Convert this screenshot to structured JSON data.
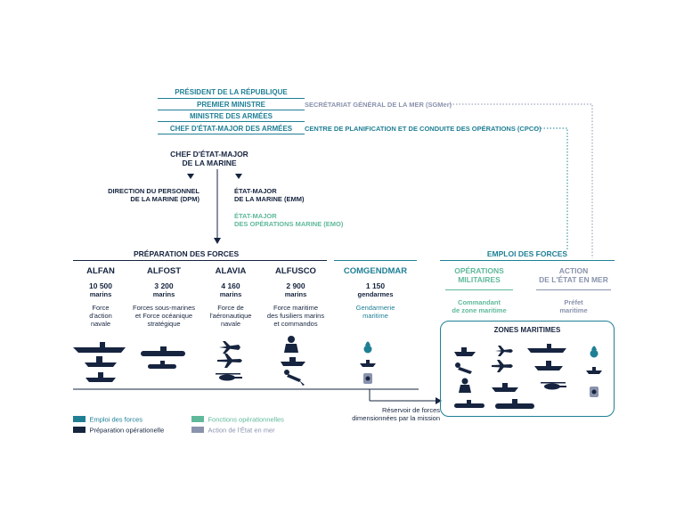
{
  "hierarchy": {
    "president": "PRÉSIDENT DE LA RÉPUBLIQUE",
    "premier_ministre": "PREMIER MINISTRE",
    "ministre": "MINISTRE DES ARMÉES",
    "cema": "CHEF D'ÉTAT-MAJOR DES ARMÉES",
    "sgmer": "SECRÉTARIAT GÉNÉRAL DE LA MER (SGMer)",
    "cpco": "CENTRE DE PLANIFICATION ET DE CONDUITE DES OPÉRATIONS (CPCO)"
  },
  "cemm": {
    "line1": "CHEF D'ÉTAT-MAJOR",
    "line2": "DE LA MARINE"
  },
  "dpm": {
    "line1": "DIRECTION DU PERSONNEL",
    "line2": "DE LA MARINE (DPM)"
  },
  "emm": {
    "line1": "ÉTAT-MAJOR",
    "line2": "DE LA MARINE (EMM)"
  },
  "emo": {
    "line1": "ÉTAT-MAJOR",
    "line2": "DES OPÉRATIONS MARINE (EMO)"
  },
  "preparation": {
    "title": "PRÉPARATION DES FORCES",
    "forces": [
      {
        "name": "ALFAN",
        "count": "10 500",
        "unit": "marins",
        "desc": [
          "Force",
          "d'action",
          "navale"
        ]
      },
      {
        "name": "ALFOST",
        "count": "3 200",
        "unit": "marins",
        "desc": [
          "Forces sous-marines",
          "et Force océanique",
          "stratégique"
        ]
      },
      {
        "name": "ALAVIA",
        "count": "4 160",
        "unit": "marins",
        "desc": [
          "Force de",
          "l'aéronautique",
          "navale"
        ]
      },
      {
        "name": "ALFUSCO",
        "count": "2 900",
        "unit": "marins",
        "desc": [
          "Force maritime",
          "des fusiliers marins",
          "et commandos"
        ]
      }
    ],
    "comgendmar": {
      "name": "COMGENDMAR",
      "count": "1 150",
      "unit": "gendarmes",
      "desc": [
        "Gendarmerie",
        "maritime"
      ]
    }
  },
  "emploi": {
    "title": "EMPLOI DES FORCES",
    "operations": {
      "line1": "OPÉRATIONS",
      "line2": "MILITAIRES",
      "sub1": "Commandant",
      "sub2": "de zone maritime"
    },
    "action": {
      "line1": "ACTION",
      "line2": "DE L'ÉTAT EN MER",
      "sub1": "Préfet",
      "sub2": "maritime"
    },
    "zones": "ZONES MARITIMES"
  },
  "reservoir": {
    "line1": "Réservoir de forces",
    "line2": "dimensionnées par la mission"
  },
  "legend": {
    "items": [
      {
        "label": "Emploi des forces",
        "color": "#1f7f95"
      },
      {
        "label": "Préparation opérationelle",
        "color": "#16243f"
      },
      {
        "label": "Fonctions opérationnelles",
        "color": "#5fb99a"
      },
      {
        "label": "Action de l'État en mer",
        "color": "#8a93ad"
      }
    ]
  },
  "colors": {
    "navy": "#16243f",
    "teal": "#1f7f95",
    "green": "#5fb99a",
    "grey": "#8a93ad"
  }
}
